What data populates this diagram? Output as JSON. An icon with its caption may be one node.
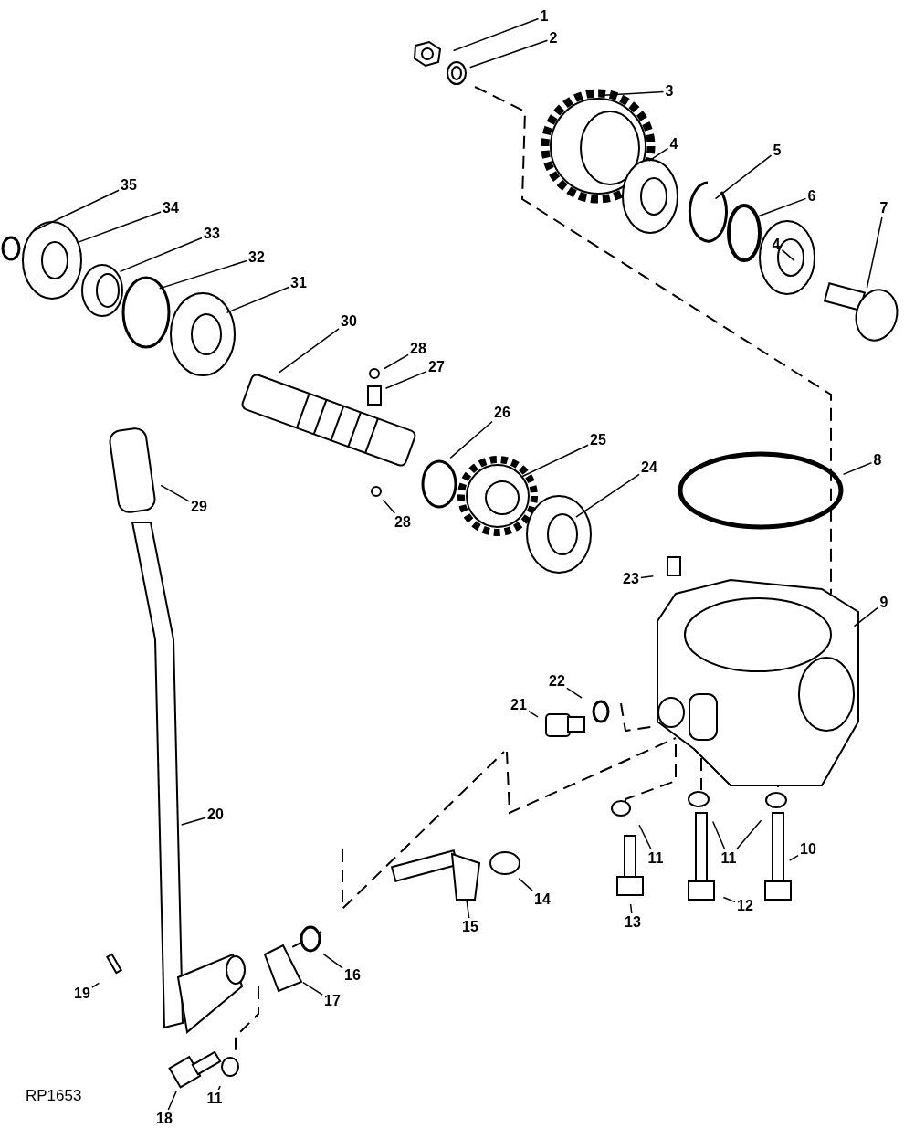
{
  "diagram": {
    "nodes": [
      {
        "text": [
          "1"
        ]
      },
      {
        "text": [
          "2"
        ]
      },
      {
        "text": [
          "3"
        ]
      },
      {
        "text": [
          "4"
        ]
      },
      {
        "text": [
          "5"
        ]
      },
      {
        "text": [
          "6"
        ]
      },
      {
        "text": [
          "4"
        ]
      },
      {
        "text": [
          "7"
        ]
      },
      {
        "text": [
          "35"
        ]
      },
      {
        "text": [
          "34"
        ]
      },
      {
        "text": [
          "33"
        ]
      },
      {
        "text": [
          "32"
        ]
      },
      {
        "text": [
          "31"
        ]
      },
      {
        "text": [
          "30"
        ]
      },
      {
        "text": [
          "28"
        ]
      },
      {
        "text": [
          "27"
        ]
      },
      {
        "text": [
          "26"
        ]
      },
      {
        "text": [
          "25"
        ]
      },
      {
        "text": [
          "24"
        ]
      },
      {
        "text": [
          "29"
        ]
      },
      {
        "text": [
          "28"
        ]
      },
      {
        "text": [
          "8"
        ]
      },
      {
        "text": [
          "23"
        ]
      },
      {
        "text": [
          "9"
        ]
      },
      {
        "text": [
          "22"
        ]
      },
      {
        "text": [
          "21"
        ]
      },
      {
        "text": [
          "20"
        ]
      },
      {
        "text": [
          "11"
        ]
      },
      {
        "text": [
          "11"
        ]
      },
      {
        "text": [
          "10"
        ]
      },
      {
        "text": [
          "12"
        ]
      },
      {
        "text": [
          "13"
        ]
      },
      {
        "text": [
          "14"
        ]
      },
      {
        "text": [
          "15"
        ]
      },
      {
        "text": [
          "16"
        ]
      },
      {
        "text": [
          "17"
        ]
      },
      {
        "text": [
          "19"
        ]
      },
      {
        "text": [
          "11"
        ]
      },
      {
        "text": [
          "18"
        ]
      }
    ],
    "edges": [
      {
        "from": 0,
        "to": null,
        "arrow": "none"
      },
      {
        "from": 1,
        "to": null,
        "arrow": "none"
      },
      {
        "from": 2,
        "to": null,
        "arrow": "none"
      },
      {
        "from": 3,
        "to": null,
        "arrow": "none"
      },
      {
        "from": 4,
        "to": null,
        "arrow": "none"
      },
      {
        "from": 5,
        "to": null,
        "arrow": "none"
      },
      {
        "from": 6,
        "to": null,
        "arrow": "none"
      },
      {
        "from": 7,
        "to": null,
        "arrow": "none"
      },
      {
        "from": 8,
        "to": null,
        "arrow": "none"
      },
      {
        "from": 9,
        "to": null,
        "arrow": "none"
      },
      {
        "from": 10,
        "to": null,
        "arrow": "none"
      },
      {
        "from": 11,
        "to": null,
        "arrow": "none"
      },
      {
        "from": 12,
        "to": null,
        "arrow": "none"
      },
      {
        "from": 13,
        "to": null,
        "arrow": "none"
      },
      {
        "from": 14,
        "to": null,
        "arrow": "none"
      },
      {
        "from": 15,
        "to": null,
        "arrow": "none"
      },
      {
        "from": 16,
        "to": null,
        "arrow": "none"
      },
      {
        "from": 17,
        "to": null,
        "arrow": "none"
      },
      {
        "from": 18,
        "to": null,
        "arrow": "none"
      },
      {
        "from": 19,
        "to": null,
        "arrow": "none"
      },
      {
        "from": 20,
        "to": null,
        "arrow": "none"
      },
      {
        "from": 21,
        "to": null,
        "arrow": "none"
      },
      {
        "from": 22,
        "to": null,
        "arrow": "none"
      },
      {
        "from": 23,
        "to": null,
        "arrow": "none"
      },
      {
        "from": 24,
        "to": null,
        "arrow": "none"
      },
      {
        "from": 25,
        "to": null,
        "arrow": "none"
      },
      {
        "from": 26,
        "to": null,
        "arrow": "none"
      },
      {
        "from": 27,
        "to": null,
        "arrow": "none"
      },
      {
        "from": 28,
        "to": null,
        "arrow": "none"
      },
      {
        "from": 28,
        "to": null,
        "arrow": "none"
      },
      {
        "from": 29,
        "to": null,
        "arrow": "none"
      },
      {
        "from": 30,
        "to": null,
        "arrow": "none"
      },
      {
        "from": 31,
        "to": null,
        "arrow": "none"
      },
      {
        "from": 32,
        "to": null,
        "arrow": "none"
      },
      {
        "from": 33,
        "to": null,
        "arrow": "none"
      },
      {
        "from": 34,
        "to": null,
        "arrow": "none"
      },
      {
        "from": 35,
        "to": null,
        "arrow": "none"
      },
      {
        "from": 36,
        "to": null,
        "arrow": "none"
      },
      {
        "from": 37,
        "to": null,
        "arrow": "none"
      },
      {
        "from": 38,
        "to": null,
        "arrow": "none"
      }
    ],
    "labels": [
      "RP1653"
    ]
  }
}
